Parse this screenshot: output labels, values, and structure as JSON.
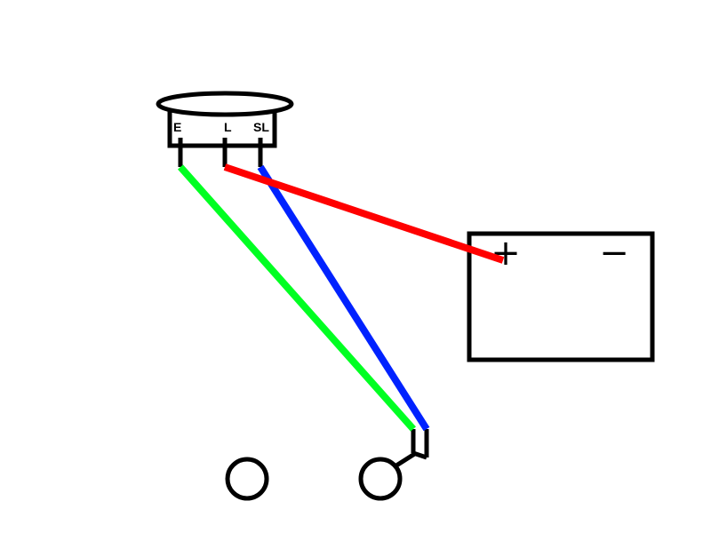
{
  "terminals": {
    "e_label": "E",
    "l_label": "L",
    "sl_label": "SL"
  },
  "battery": {
    "positive_symbol": "+",
    "negative_symbol": "−"
  },
  "colors": {
    "outline": "#000000",
    "earth_wire": "#00ff22",
    "live_wire": "#ff0000",
    "switched_live_wire": "#0022ff",
    "background": "#ffffff"
  }
}
